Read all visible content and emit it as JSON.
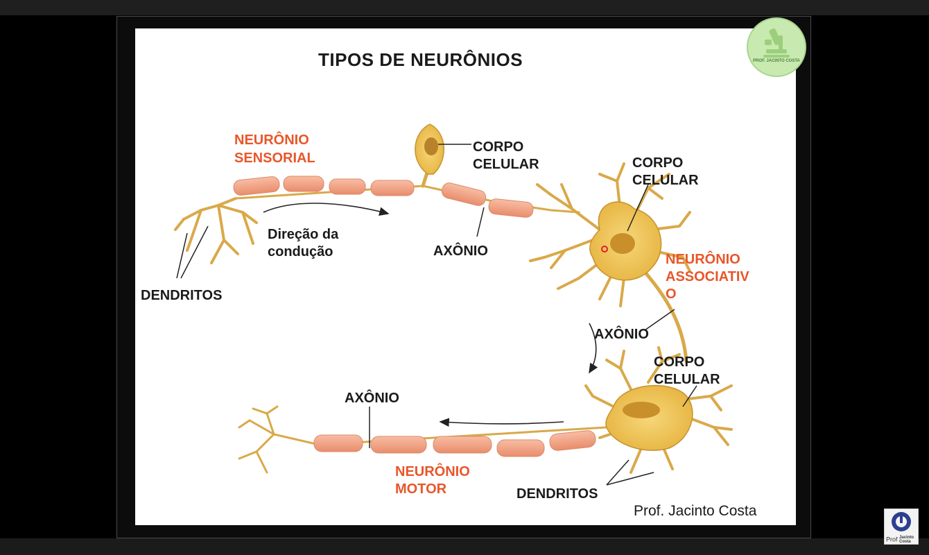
{
  "slide": {
    "title": "TIPOS DE NEURÔNIOS",
    "labels": {
      "sensory_name_1": "NEURÔNIO",
      "sensory_name_2": "SENSORIAL",
      "corpo1_1": "CORPO",
      "corpo1_2": "CELULAR",
      "corpo2_1": "CORPO",
      "corpo2_2": "CELULAR",
      "corpo3_1": "CORPO",
      "corpo3_2": "CELULAR",
      "direction_1": "Direção da",
      "direction_2": "condução",
      "axon1": "AXÔNIO",
      "axon2": "AXÔNIO",
      "axon3": "AXÔNIO",
      "dendrites1": "DENDRITOS",
      "dendrites2": "DENDRITOS",
      "assoc_1": "NEURÔNIO",
      "assoc_2": "ASSOCIATIV",
      "assoc_3": "O",
      "motor_1": "NEURÔNIO",
      "motor_2": "MOTOR"
    },
    "author": "Prof. Jacinto Costa"
  },
  "logo": {
    "text": "PROF. JACINTO COSTA"
  },
  "watermark": {
    "prefix": "Prof",
    "name_1": "Jacinto",
    "name_2": "Costa"
  },
  "colors": {
    "accent_label": "#e8562a",
    "myelin": "#f2a182",
    "cell_body": "#f1c65a",
    "nucleus": "#c98f2a"
  }
}
